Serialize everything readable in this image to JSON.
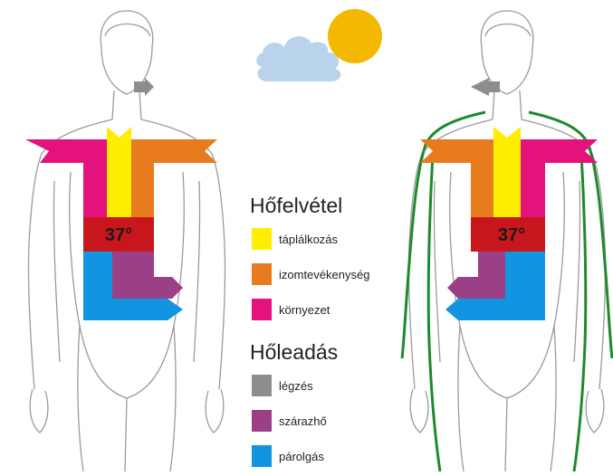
{
  "diagram": {
    "body_temperature": "37°",
    "colors": {
      "tapalkozas": "#ffee00",
      "izomtevekenyseg": "#e87b1e",
      "kornyezet": "#e3127c",
      "legzes": "#8d8d8d",
      "szarazho": "#9b3f86",
      "parolgas": "#1295e0",
      "core": "#c8161d",
      "clothing": "#1f8a2c",
      "sun": "#f5b800",
      "cloud": "#b9d3ea"
    },
    "icons": [
      "sun-icon",
      "cloud-icon"
    ]
  },
  "legend": {
    "gain_title": "Hőfelvétel",
    "gain_items": [
      {
        "label": "táplálkozás",
        "color": "#ffee00"
      },
      {
        "label": "izomtevékenység",
        "color": "#e87b1e"
      },
      {
        "label": "környezet",
        "color": "#e3127c"
      }
    ],
    "loss_title": "Hőleadás",
    "loss_items": [
      {
        "label": "légzés",
        "color": "#8d8d8d"
      },
      {
        "label": "szárazhő",
        "color": "#9b3f86"
      },
      {
        "label": "párolgás",
        "color": "#1295e0"
      }
    ]
  }
}
